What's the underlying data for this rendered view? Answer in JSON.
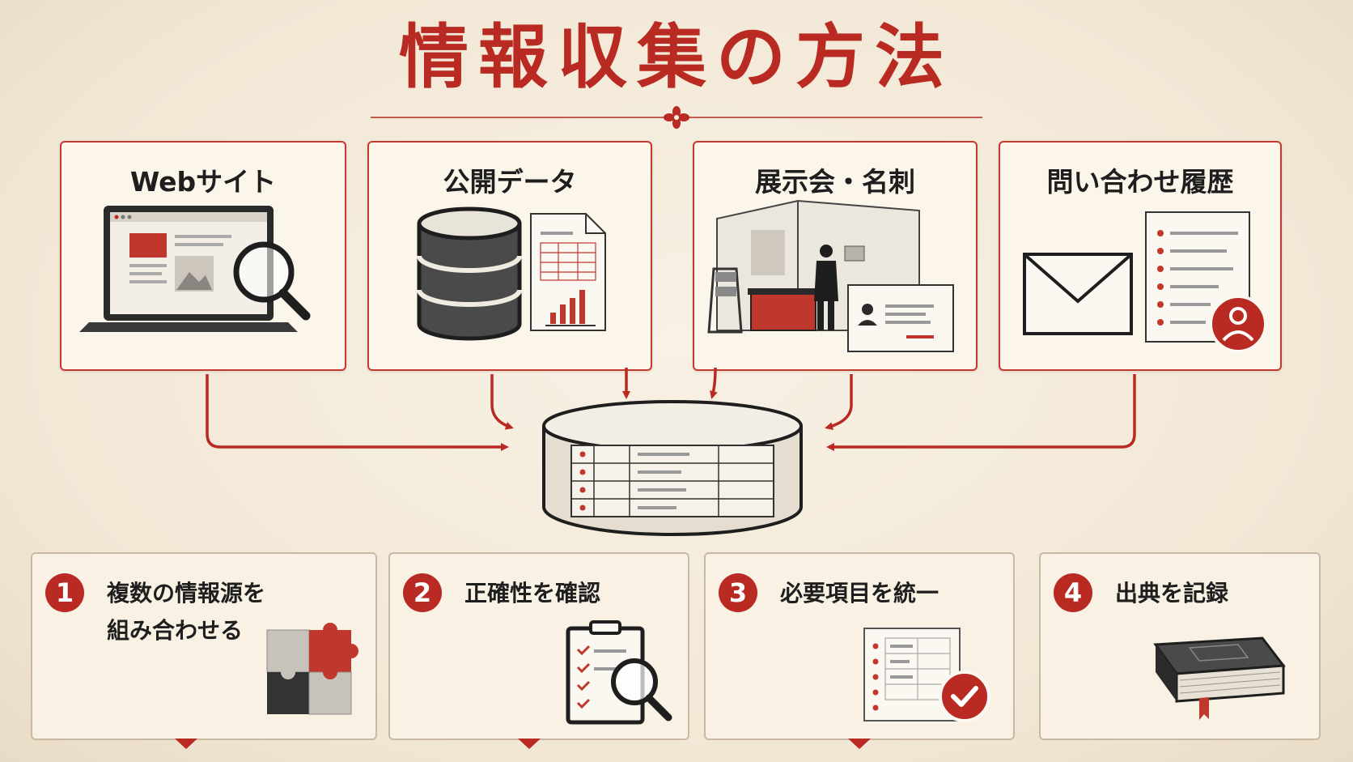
{
  "title": "情報収集の方法",
  "sources": [
    {
      "label": "Webサイト",
      "icon": "laptop-magnifier-icon"
    },
    {
      "label": "公開データ",
      "icon": "database-spreadsheet-icon"
    },
    {
      "label": "展示会・名刺",
      "icon": "exhibition-booth-business-card-icon"
    },
    {
      "label": "問い合わせ履歴",
      "icon": "envelope-contact-list-icon"
    }
  ],
  "hub": {
    "icon": "central-database-table-icon"
  },
  "steps": [
    {
      "number": "1",
      "text": "複数の情報源を\n組み合わせる",
      "icon": "puzzle-icon"
    },
    {
      "number": "2",
      "text": "正確性を確認",
      "icon": "clipboard-magnifier-icon"
    },
    {
      "number": "3",
      "text": "必要項目を統一",
      "icon": "form-checkmark-icon"
    },
    {
      "number": "4",
      "text": "出典を記録",
      "icon": "book-icon"
    }
  ],
  "colors": {
    "accent": "#b82a22",
    "dark": "#1e1e1e",
    "paper": "#f6efe2",
    "border": "#c9b9a2"
  }
}
